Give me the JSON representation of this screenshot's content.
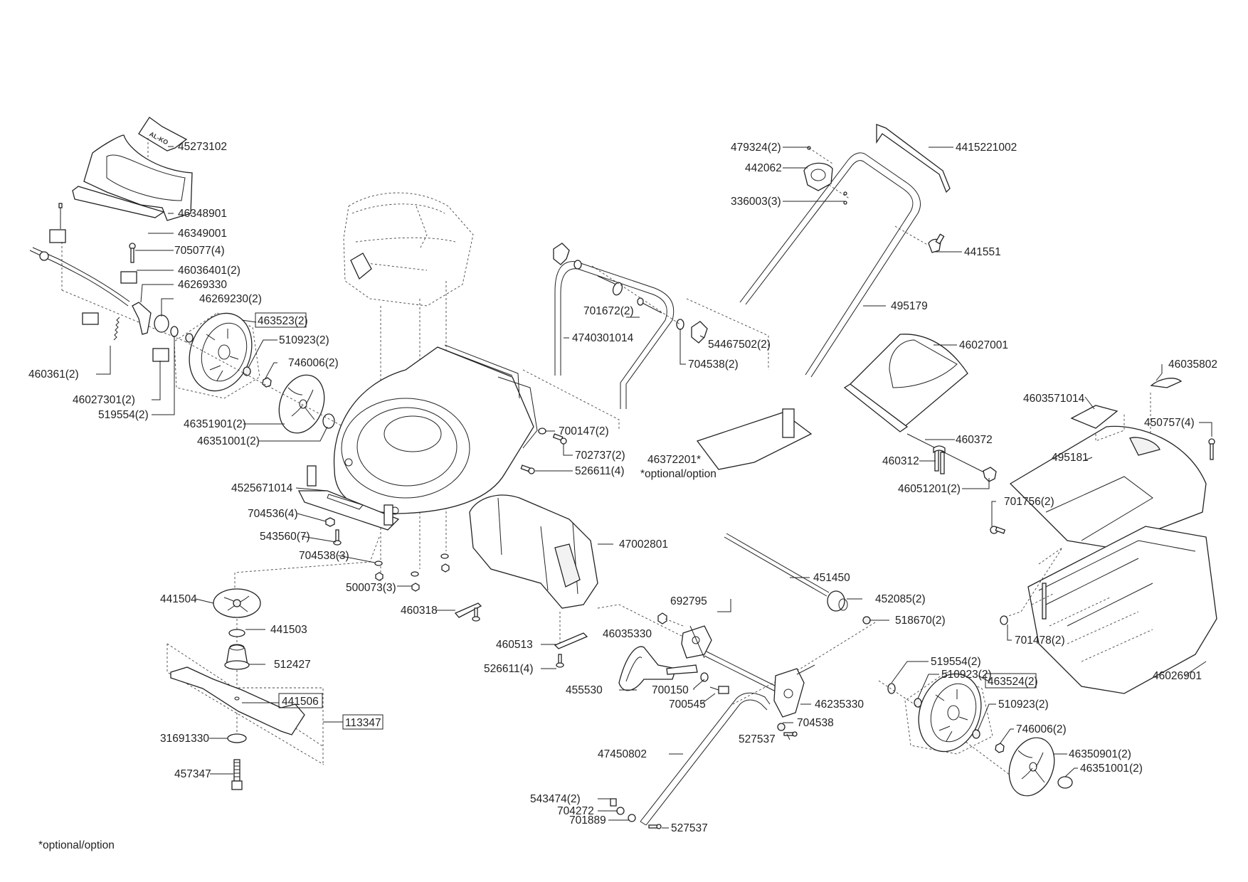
{
  "diagram": {
    "type": "exploded-parts-diagram",
    "subject": "lawnmower",
    "brand_logo_text": "AL-KO",
    "footnote": "*optional/option",
    "labels": [
      {
        "id": "45273102",
        "text": "45273102",
        "boxed": false
      },
      {
        "id": "46348901",
        "text": "46348901",
        "boxed": false
      },
      {
        "id": "46349001",
        "text": "46349001",
        "boxed": false
      },
      {
        "id": "705077",
        "text": "705077(4)",
        "boxed": false
      },
      {
        "id": "46036401",
        "text": "46036401(2)",
        "boxed": false
      },
      {
        "id": "46269330",
        "text": "46269330",
        "boxed": false
      },
      {
        "id": "46269230",
        "text": "46269230(2)",
        "boxed": false
      },
      {
        "id": "463523",
        "text": "463523(2)",
        "boxed": true
      },
      {
        "id": "510923a",
        "text": "510923(2)",
        "boxed": false
      },
      {
        "id": "746006a",
        "text": "746006(2)",
        "boxed": false
      },
      {
        "id": "460361",
        "text": "460361(2)",
        "boxed": false
      },
      {
        "id": "46027301",
        "text": "46027301(2)",
        "boxed": false
      },
      {
        "id": "519554a",
        "text": "519554(2)",
        "boxed": false
      },
      {
        "id": "46351901",
        "text": "46351901(2)",
        "boxed": false
      },
      {
        "id": "46351001a",
        "text": "46351001(2)",
        "boxed": false
      },
      {
        "id": "4525671014",
        "text": "4525671014",
        "boxed": false
      },
      {
        "id": "704536",
        "text": "704536(4)",
        "boxed": false
      },
      {
        "id": "543560",
        "text": "543560(7)",
        "boxed": false
      },
      {
        "id": "704538a",
        "text": "704538(3)",
        "boxed": false
      },
      {
        "id": "500073",
        "text": "500073(3)",
        "boxed": false
      },
      {
        "id": "441504",
        "text": "441504",
        "boxed": false
      },
      {
        "id": "441503",
        "text": "441503",
        "boxed": false
      },
      {
        "id": "512427",
        "text": "512427",
        "boxed": false
      },
      {
        "id": "441506",
        "text": "441506",
        "boxed": true
      },
      {
        "id": "113347",
        "text": "113347",
        "boxed": true
      },
      {
        "id": "31691330",
        "text": "31691330",
        "boxed": false
      },
      {
        "id": "457347",
        "text": "457347",
        "boxed": false
      },
      {
        "id": "460318",
        "text": "460318",
        "boxed": false
      },
      {
        "id": "460513",
        "text": "460513",
        "boxed": false
      },
      {
        "id": "526611b",
        "text": "526611(4)",
        "boxed": false
      },
      {
        "id": "47002801",
        "text": "47002801",
        "boxed": false
      },
      {
        "id": "700147",
        "text": "700147(2)",
        "boxed": false
      },
      {
        "id": "702737",
        "text": "702737(2)",
        "boxed": false
      },
      {
        "id": "526611a",
        "text": "526611(4)",
        "boxed": false
      },
      {
        "id": "46372201",
        "text": "46372201*",
        "boxed": false
      },
      {
        "id": "optional",
        "text": "*optional/option",
        "boxed": false
      },
      {
        "id": "701672",
        "text": "701672(2)",
        "boxed": false
      },
      {
        "id": "4740301014",
        "text": "4740301014",
        "boxed": false
      },
      {
        "id": "54467502",
        "text": "54467502(2)",
        "boxed": false
      },
      {
        "id": "704538b",
        "text": "704538(2)",
        "boxed": false
      },
      {
        "id": "479324",
        "text": "479324(2)",
        "boxed": false
      },
      {
        "id": "442062",
        "text": "442062",
        "boxed": false
      },
      {
        "id": "336003",
        "text": "336003(3)",
        "boxed": false
      },
      {
        "id": "4415221002",
        "text": "4415221002",
        "boxed": false
      },
      {
        "id": "441551",
        "text": "441551",
        "boxed": false
      },
      {
        "id": "495179",
        "text": "495179",
        "boxed": false
      },
      {
        "id": "46027001",
        "text": "46027001",
        "boxed": false
      },
      {
        "id": "460372",
        "text": "460372",
        "boxed": false
      },
      {
        "id": "460312",
        "text": "460312",
        "boxed": false
      },
      {
        "id": "46051201",
        "text": "46051201(2)",
        "boxed": false
      },
      {
        "id": "46035802",
        "text": "46035802",
        "boxed": false
      },
      {
        "id": "4603571014",
        "text": "4603571014",
        "boxed": false
      },
      {
        "id": "450757",
        "text": "450757(4)",
        "boxed": false
      },
      {
        "id": "495181",
        "text": "495181",
        "boxed": false
      },
      {
        "id": "701756",
        "text": "701756(2)",
        "boxed": false
      },
      {
        "id": "451450",
        "text": "451450",
        "boxed": false
      },
      {
        "id": "452085",
        "text": "452085(2)",
        "boxed": false
      },
      {
        "id": "518670",
        "text": "518670(2)",
        "boxed": false
      },
      {
        "id": "701478",
        "text": "701478(2)",
        "boxed": false
      },
      {
        "id": "46026901",
        "text": "46026901",
        "boxed": false
      },
      {
        "id": "692795",
        "text": "692795",
        "boxed": false
      },
      {
        "id": "46035330",
        "text": "46035330",
        "boxed": false
      },
      {
        "id": "455530",
        "text": "455530",
        "boxed": false
      },
      {
        "id": "700150",
        "text": "700150",
        "boxed": false
      },
      {
        "id": "700545",
        "text": "700545",
        "boxed": false
      },
      {
        "id": "46235330",
        "text": "46235330",
        "boxed": false
      },
      {
        "id": "704538c",
        "text": "704538",
        "boxed": false
      },
      {
        "id": "527537a",
        "text": "527537",
        "boxed": false
      },
      {
        "id": "47450802",
        "text": "47450802",
        "boxed": false
      },
      {
        "id": "519554b",
        "text": "519554(2)",
        "boxed": false
      },
      {
        "id": "510923b",
        "text": "510923(2)",
        "boxed": false
      },
      {
        "id": "463524",
        "text": "463524(2)",
        "boxed": true
      },
      {
        "id": "510923c",
        "text": "510923(2)",
        "boxed": false
      },
      {
        "id": "746006b",
        "text": "746006(2)",
        "boxed": false
      },
      {
        "id": "46350901",
        "text": "46350901(2)",
        "boxed": false
      },
      {
        "id": "46351001b",
        "text": "46351001(2)",
        "boxed": false
      },
      {
        "id": "543474",
        "text": "543474(2)",
        "boxed": false
      },
      {
        "id": "704272",
        "text": "704272",
        "boxed": false
      },
      {
        "id": "701889",
        "text": "701889",
        "boxed": false
      },
      {
        "id": "527537b",
        "text": "527537",
        "boxed": false
      }
    ]
  }
}
